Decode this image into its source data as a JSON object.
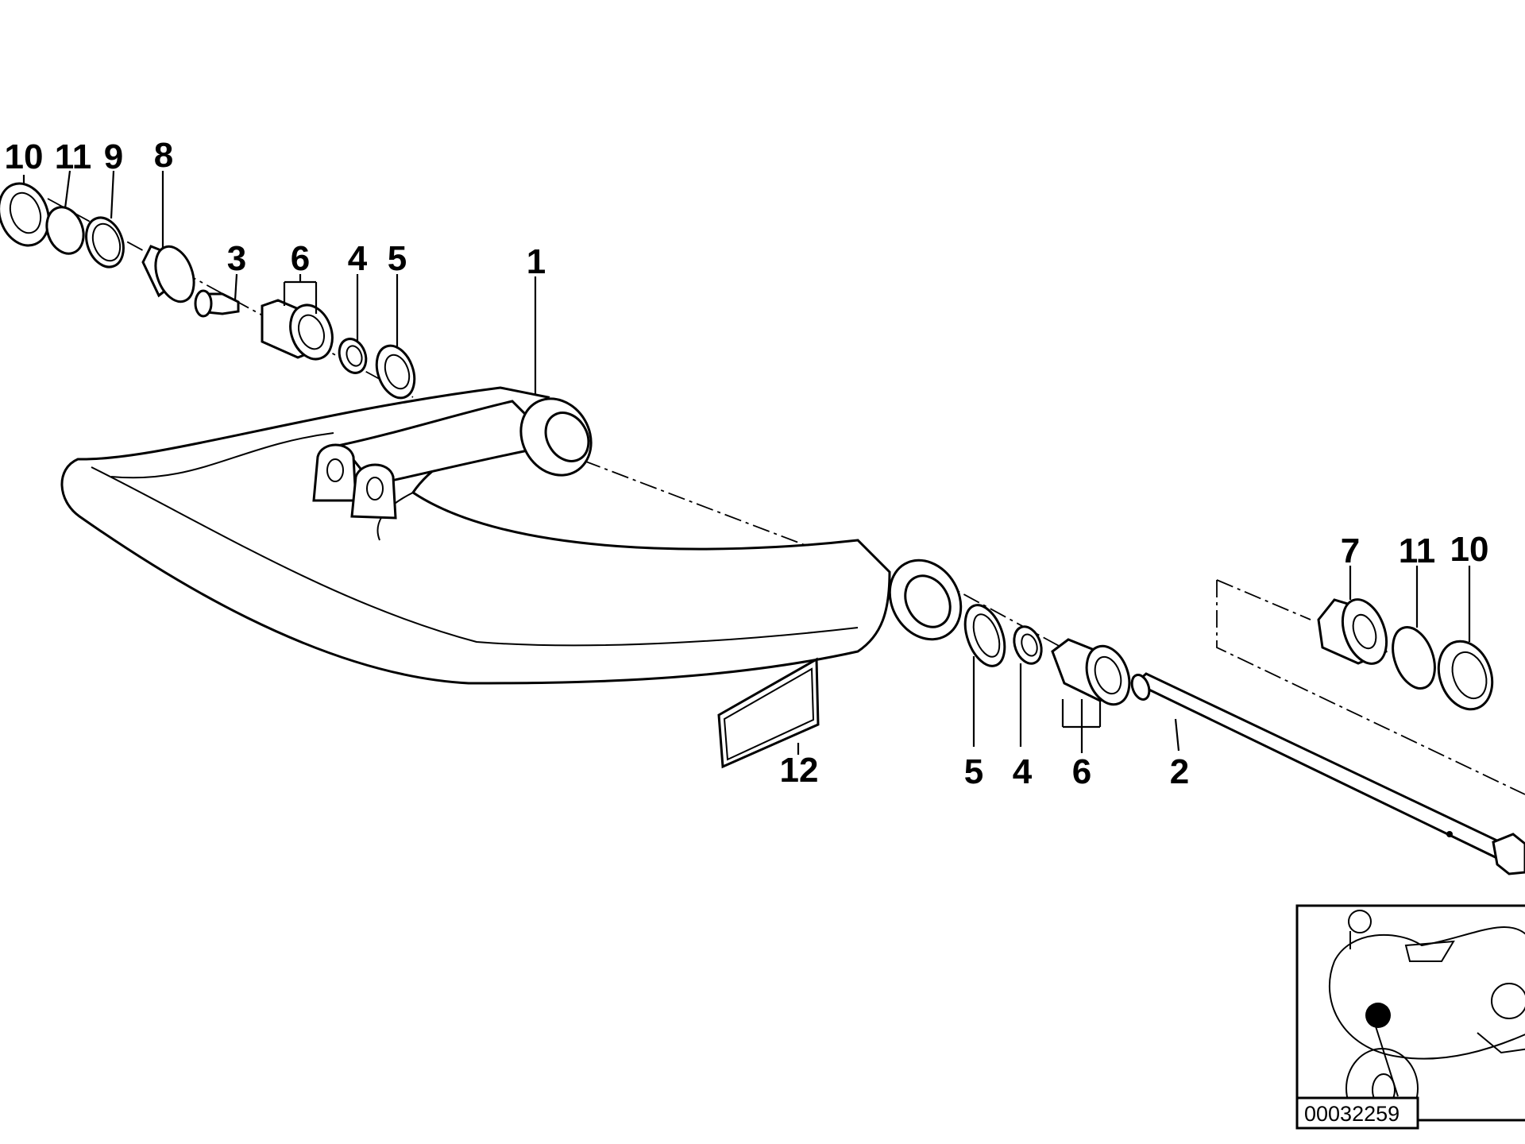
{
  "callouts": [
    {
      "id": "c10a",
      "label": "10"
    },
    {
      "id": "c11a",
      "label": "11"
    },
    {
      "id": "c9",
      "label": "9"
    },
    {
      "id": "c8",
      "label": "8"
    },
    {
      "id": "c3",
      "label": "3"
    },
    {
      "id": "c6a",
      "label": "6"
    },
    {
      "id": "c4a",
      "label": "4"
    },
    {
      "id": "c5a",
      "label": "5"
    },
    {
      "id": "c1",
      "label": "1"
    },
    {
      "id": "c7",
      "label": "7"
    },
    {
      "id": "c11b",
      "label": "11"
    },
    {
      "id": "c10b",
      "label": "10"
    },
    {
      "id": "c12",
      "label": "12"
    },
    {
      "id": "c5b",
      "label": "5"
    },
    {
      "id": "c4b",
      "label": "4"
    },
    {
      "id": "c6b",
      "label": "6"
    },
    {
      "id": "c2",
      "label": "2"
    }
  ],
  "reference_code": "00032259",
  "locator_icon": "motorcycle-locator-icon"
}
